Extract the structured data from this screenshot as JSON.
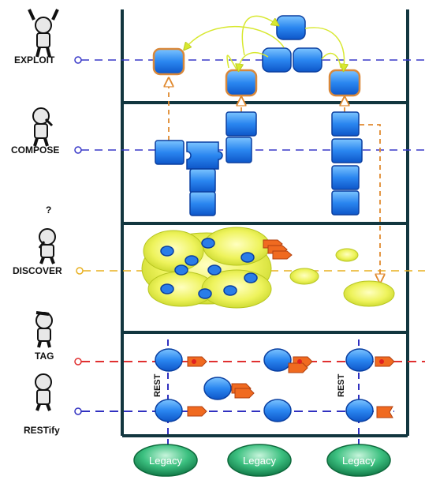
{
  "layers": [
    {
      "id": "exploit",
      "label": "EXPLOIT"
    },
    {
      "id": "compose",
      "label": "COMPOSE"
    },
    {
      "id": "discover",
      "label": "DISCOVER"
    },
    {
      "id": "tag",
      "label": "TAG"
    },
    {
      "id": "restify",
      "label": "RESTify"
    }
  ],
  "rest_labels": [
    "REST",
    "REST"
  ],
  "legacy": [
    "Legacy",
    "Legacy",
    "Legacy"
  ],
  "question_mark": "?",
  "colors": {
    "frame": "#12363f",
    "puzzle": "#1f7df0",
    "puzzle_stroke": "#0a3fa0",
    "exploit_stroke": "#d9883a",
    "cloud": "#eaf25a",
    "tag_line": "#e03030",
    "discover_line": "#e8b020",
    "blue_line": "#3030c0",
    "orange": "#f07020",
    "legacy": "#2bb070"
  }
}
